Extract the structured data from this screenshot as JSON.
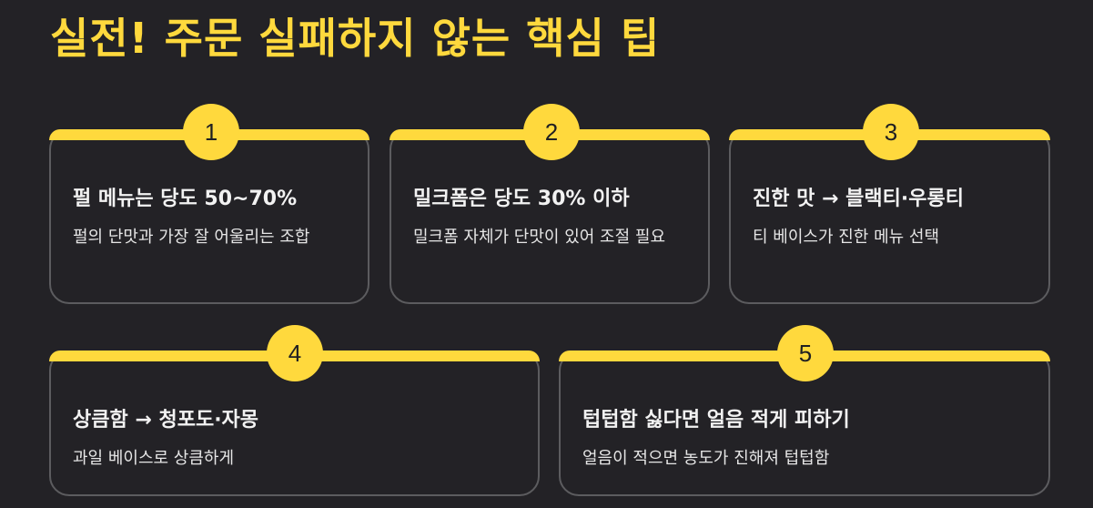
{
  "title": "실전! 주문 실패하지 않는 핵심 팁",
  "colors": {
    "background": "#232226",
    "accent": "#FFD93D",
    "card_border": "#5c5c5f",
    "text": "#f2f2f2"
  },
  "tips": [
    {
      "number": "1",
      "heading": "펄 메뉴는 당도 50~70%",
      "description": "펄의 단맛과 가장 잘 어울리는 조합"
    },
    {
      "number": "2",
      "heading": "밀크폼은 당도 30% 이하",
      "description": "밀크폼 자체가 단맛이 있어 조절 필요"
    },
    {
      "number": "3",
      "heading": "진한 맛 → 블랙티·우롱티",
      "description": "티 베이스가 진한 메뉴 선택"
    },
    {
      "number": "4",
      "heading": "상큼함 → 청포도·자몽",
      "description": "과일 베이스로 상큼하게"
    },
    {
      "number": "5",
      "heading": "텁텁함 싫다면 얼음 적게 피하기",
      "description": "얼음이 적으면 농도가 진해져 텁텁함"
    }
  ]
}
